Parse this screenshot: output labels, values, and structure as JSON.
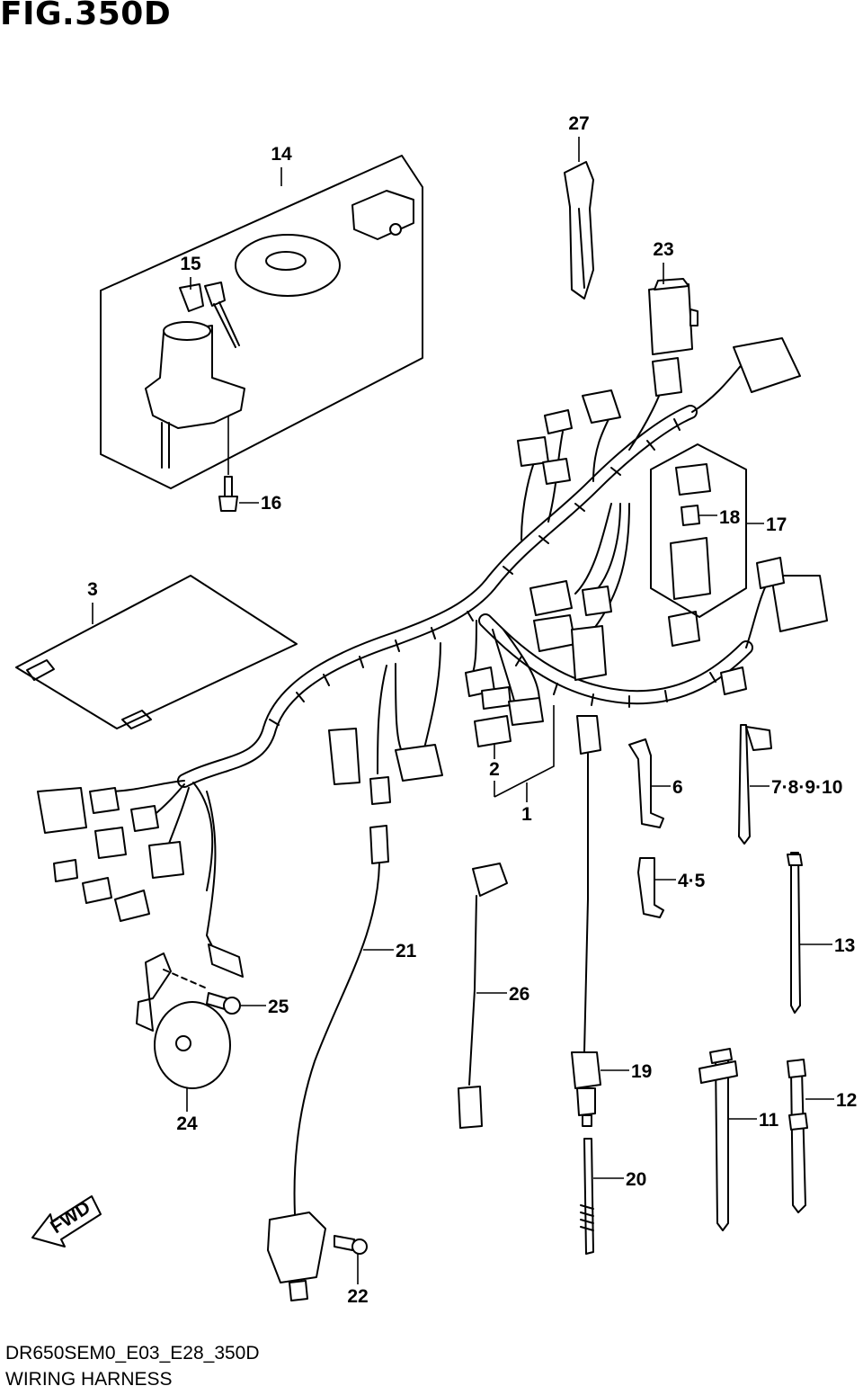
{
  "figure": {
    "title": "FIG.350D"
  },
  "footer": {
    "code": "DR650SEM0_E03_E28_350D",
    "title": "WIRING HARNESS"
  },
  "direction_label": "FWD",
  "callouts": {
    "c1": "1",
    "c2": "2",
    "c3": "3",
    "c4_5": "4·5",
    "c6": "6",
    "c7_10": "7·8·9·10",
    "c11": "11",
    "c12": "12",
    "c13": "13",
    "c14": "14",
    "c15": "15",
    "c16": "16",
    "c17": "17",
    "c18": "18",
    "c19": "19",
    "c20": "20",
    "c21": "21",
    "c22": "22",
    "c23": "23",
    "c24": "24",
    "c25": "25",
    "c26": "26",
    "c27": "27"
  }
}
